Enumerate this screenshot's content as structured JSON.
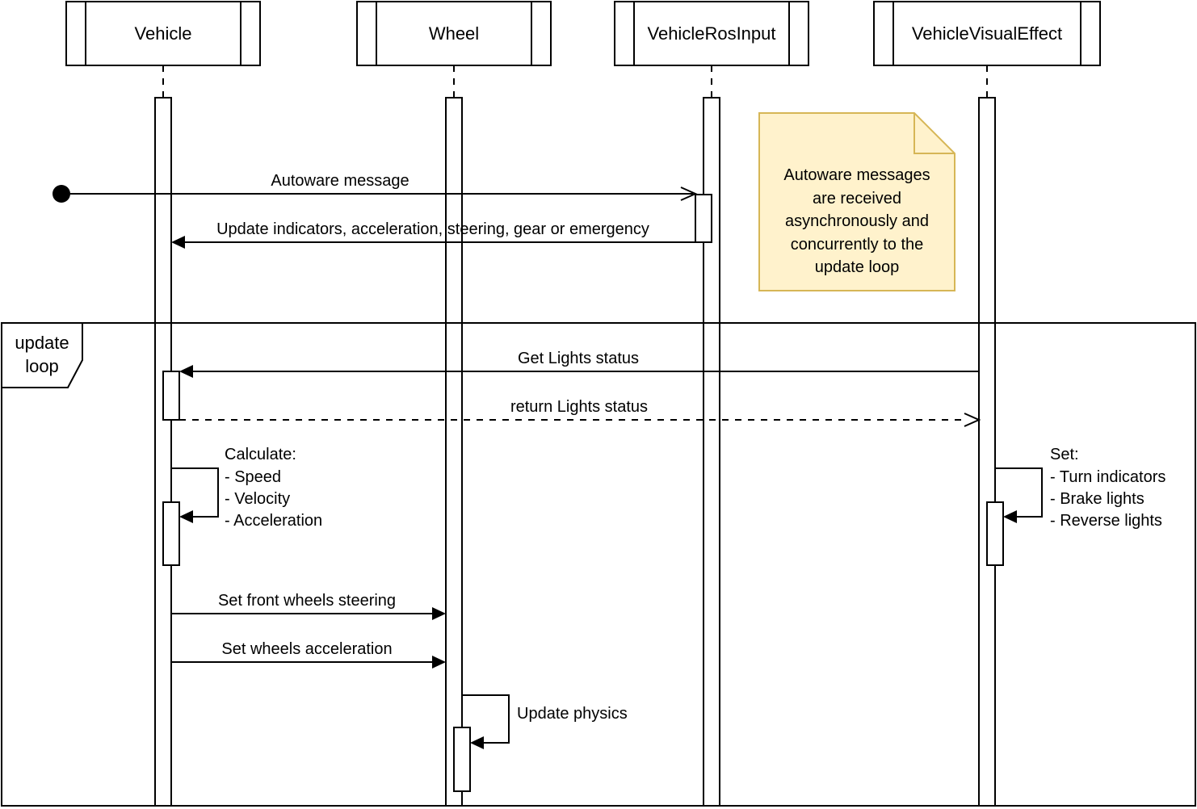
{
  "diagram": {
    "participants": [
      {
        "label": "Vehicle"
      },
      {
        "label": "Wheel"
      },
      {
        "label": "VehicleRosInput"
      },
      {
        "label": "VehicleVisualEffect"
      }
    ],
    "frame": {
      "label_line1": "update",
      "label_line2": "loop"
    },
    "messages": {
      "autoware": {
        "label": "Autoware message"
      },
      "update_inputs": {
        "label": "Update indicators, acceleration, steering, gear or emergency"
      },
      "get_lights": {
        "label": "Get Lights status"
      },
      "return_lights": {
        "label": "return Lights status"
      },
      "set_steering": {
        "label": "Set front wheels steering"
      },
      "set_acceleration": {
        "label": "Set wheels acceleration"
      },
      "update_physics": {
        "label": "Update physics"
      }
    },
    "self_call_vehicle": {
      "lines": [
        "Calculate:",
        "- Speed",
        "- Velocity",
        "- Acceleration"
      ]
    },
    "self_call_visual_effect": {
      "lines": [
        "Set:",
        "- Turn indicators",
        "- Brake lights",
        "- Reverse lights"
      ]
    },
    "note": {
      "lines": [
        "Autoware messages",
        "are received",
        "asynchronously and",
        "concurrently to the",
        "update loop"
      ],
      "fill": "#FFF2CC",
      "stroke": "#D6B656"
    },
    "colors": {
      "line": "#000000",
      "background": "#FFFFFF"
    }
  }
}
